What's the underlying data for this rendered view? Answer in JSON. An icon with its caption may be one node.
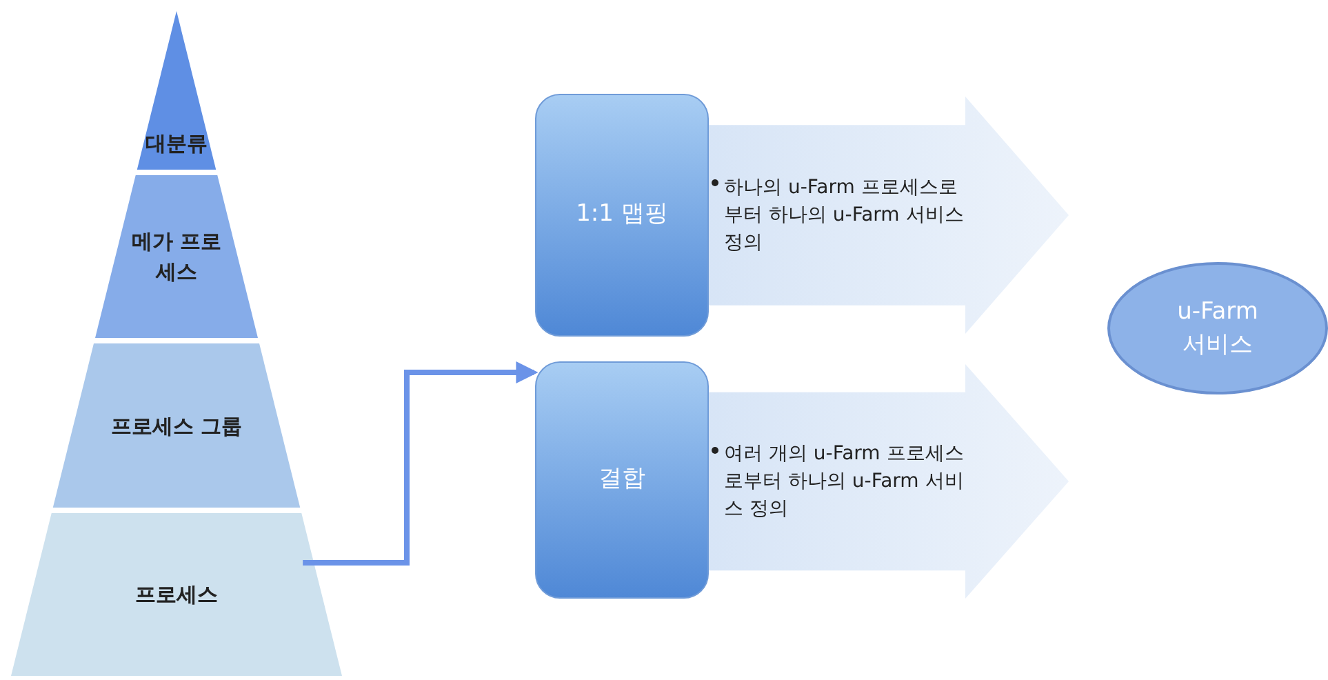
{
  "diagram": {
    "nodes": [
      {
        "text": [
          "대분류"
        ]
      },
      {
        "text": [
          "메가 프로세스"
        ]
      },
      {
        "text": [
          "프로세스 그룹"
        ]
      },
      {
        "text": [
          "프로세스"
        ]
      },
      {
        "text": [
          "1:1 맵핑"
        ]
      },
      {
        "text": [
          "결합"
        ]
      },
      {
        "text": [
          "하나의 u-Farm 프로세스로부터 하나의 u-Farm 서비스 정의"
        ]
      },
      {
        "text": [
          "여러 개의 u-Farm 프로세스로부터 하나의 u-Farm 서비스 정의"
        ]
      },
      {
        "text": [
          "u-Farm 서비스"
        ]
      }
    ],
    "edges": [
      {
        "from": 3,
        "to": 5,
        "arrow": "to"
      }
    ]
  }
}
